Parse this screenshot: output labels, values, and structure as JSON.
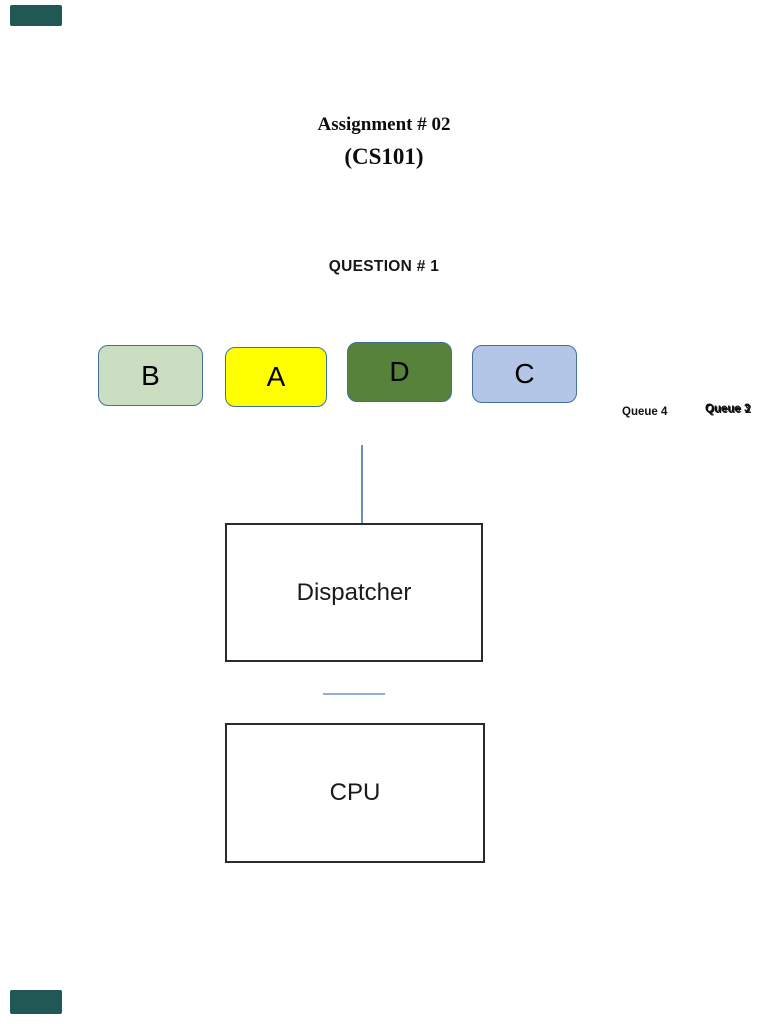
{
  "page": {
    "background": "#ffffff",
    "corner_mark_color": "#215856"
  },
  "document": {
    "title": "Assignment # 02",
    "course": "(CS101)",
    "question_heading": "QUESTION # 1"
  },
  "diagram": {
    "process_boxes": [
      {
        "label": "B",
        "fill": "#cbdec1"
      },
      {
        "label": "A",
        "fill": "#ffff00"
      },
      {
        "label": "D",
        "fill": "#56823a"
      },
      {
        "label": "C",
        "fill": "#b4c6e7"
      }
    ],
    "box_border_color": "#41719c",
    "queue_label_4": "Queue 4",
    "queue_label_3": "Queue 3",
    "queue_label_2": "Queue 2",
    "dispatcher_label": "Dispatcher",
    "cpu_label": "CPU",
    "connector_vertical_color": "#6c8cc5",
    "connector_horizontal_color": "#8fafd9",
    "outline_box_border_color": "#2b2b2b"
  }
}
